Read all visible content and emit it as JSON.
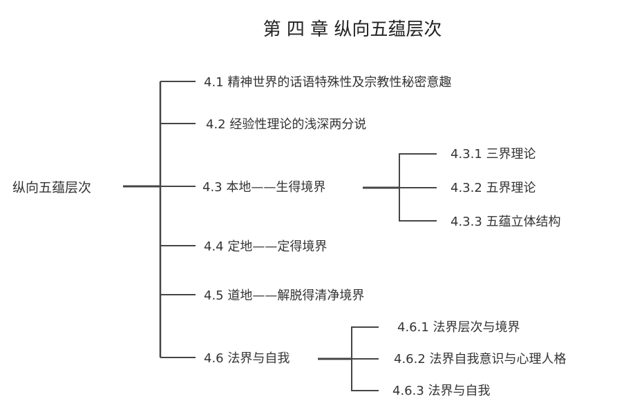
{
  "title": "第 四 章  纵向五蕴层次",
  "root": "纵向五蕴层次",
  "sections": [
    {
      "label": "4.1 精神世界的话语特殊性及宗教性秘密意趣"
    },
    {
      "label": "4.2 经验性理论的浅深两分说"
    },
    {
      "label": "4.3 本地——生得境界",
      "children": [
        "4.3.1 三界理论",
        "4.3.2 五界理论",
        "4.3.3 五蕴立体结构"
      ]
    },
    {
      "label": "4.4 定地——定得境界"
    },
    {
      "label": "4.5 道地——解脱得清净境界"
    },
    {
      "label": "4.6 法界与自我",
      "children": [
        "4.6.1 法界层次与境界",
        "4.6.2 法界自我意识与心理人格",
        "4.6.3 法界与自我"
      ]
    }
  ],
  "line_color": "#444444"
}
